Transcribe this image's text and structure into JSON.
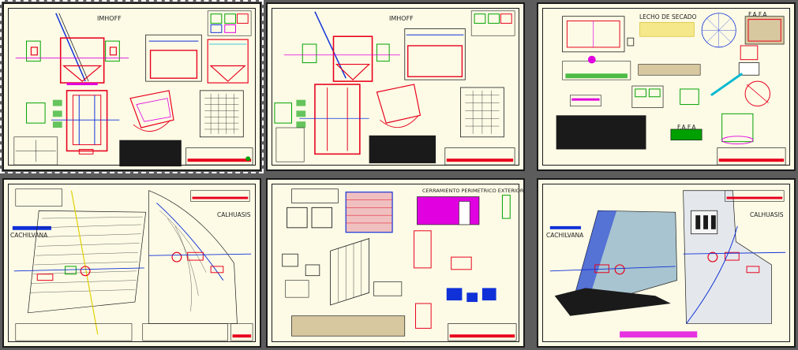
{
  "sheets": {
    "s1": {
      "title": "IMHOFF"
    },
    "s2": {
      "title": "IMHOFF"
    },
    "s3": {
      "title_left": "LECHO DE SECADO",
      "title_right": "F.A.F.A",
      "title_bottom": "F.A.F.A"
    },
    "s4": {
      "place_left": "CACHILVANA",
      "place_right": "CALHUASIS"
    },
    "s5": {
      "title": "CERRAMIENTO PERIMETRICO EXTERIOR"
    },
    "s6": {
      "place_left": "CACHILVANA",
      "place_right": "CALHUASIS"
    }
  },
  "colors": {
    "paper": "#fdfbe6",
    "red": "#e8001c",
    "blue": "#1030d8",
    "magenta": "#e000e0",
    "green": "#00a000",
    "cyan": "#00b8d0"
  }
}
